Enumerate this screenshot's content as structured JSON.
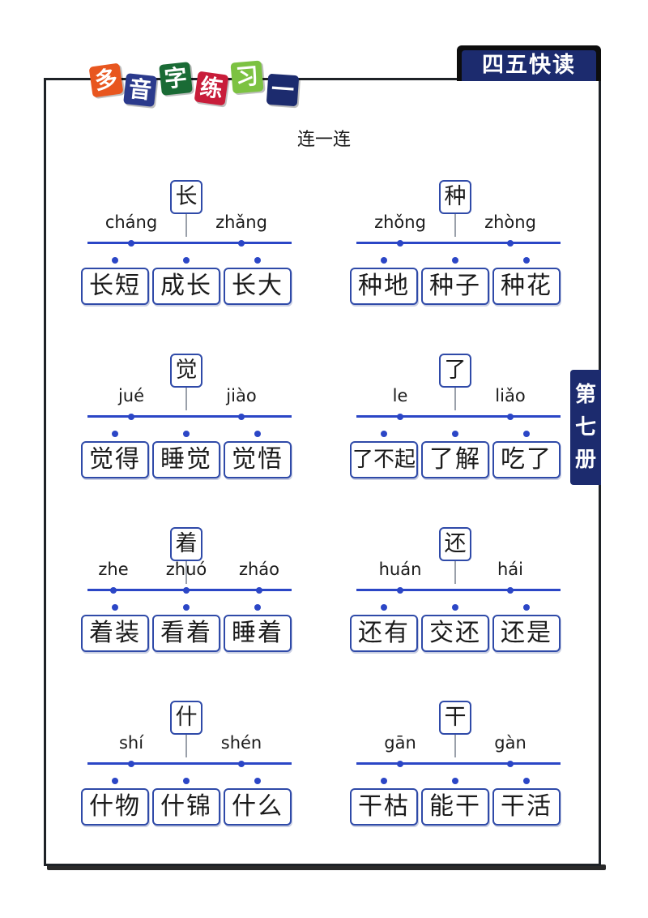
{
  "header": {
    "title_chars": [
      "多",
      "音",
      "字",
      "练",
      "习",
      "一"
    ],
    "tile_colors": [
      "#e8561f",
      "#2b3a8c",
      "#1a6b35",
      "#c81d3a",
      "#7cc242",
      "#1c2b6e"
    ],
    "book_tab": "四五快读",
    "side_tab": [
      "第",
      "七",
      "册"
    ]
  },
  "subtitle": "连一连",
  "colors": {
    "line": "#2b46c6",
    "border": "#2f4aa8",
    "navy": "#1c2b6e"
  },
  "exercises": [
    {
      "char": "长",
      "pinyin": [
        "cháng",
        "zhǎng"
      ],
      "words": [
        "长短",
        "成长",
        "长大"
      ]
    },
    {
      "char": "种",
      "pinyin": [
        "zhǒng",
        "zhòng"
      ],
      "words": [
        "种地",
        "种子",
        "种花"
      ]
    },
    {
      "char": "觉",
      "pinyin": [
        "jué",
        "jiào"
      ],
      "words": [
        "觉得",
        "睡觉",
        "觉悟"
      ]
    },
    {
      "char": "了",
      "pinyin": [
        "le",
        "liǎo"
      ],
      "words": [
        "了不起",
        "了解",
        "吃了"
      ]
    },
    {
      "char": "着",
      "pinyin": [
        "zhe",
        "zhuó",
        "zháo"
      ],
      "words": [
        "着装",
        "看着",
        "睡着"
      ]
    },
    {
      "char": "还",
      "pinyin": [
        "huán",
        "hái"
      ],
      "words": [
        "还有",
        "交还",
        "还是"
      ]
    },
    {
      "char": "什",
      "pinyin": [
        "shí",
        "shén"
      ],
      "words": [
        "什物",
        "什锦",
        "什么"
      ]
    },
    {
      "char": "干",
      "pinyin": [
        "gān",
        "gàn"
      ],
      "words": [
        "干枯",
        "能干",
        "干活"
      ]
    }
  ]
}
